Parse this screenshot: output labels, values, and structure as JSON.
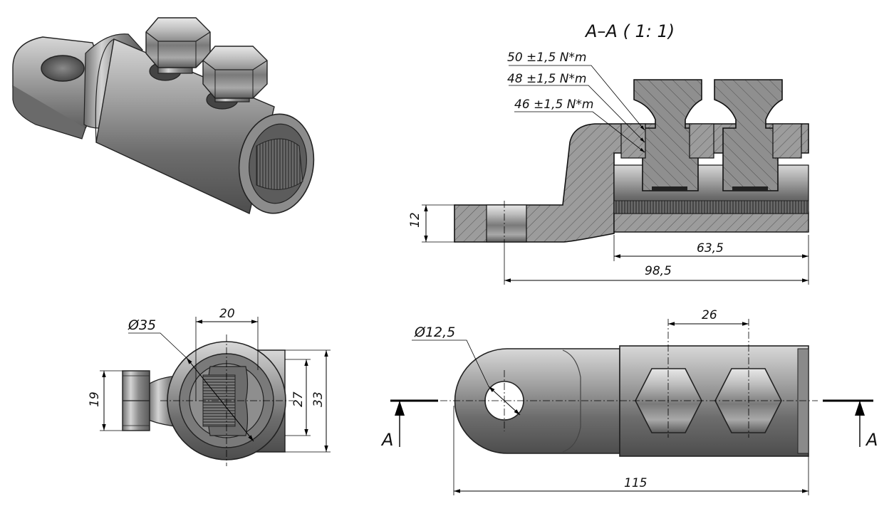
{
  "section_title": "A–A ( 1: 1)",
  "torques": {
    "t1": "50 ±1,5 N*m",
    "t2": "48 ±1,5 N*m",
    "t3": "46 ±1,5 N*m"
  },
  "dimensions": {
    "thickness": "12",
    "bore_length": "63,5",
    "total_length_section": "98,5",
    "width_flats": "20",
    "diameter_outer": "Ø35",
    "bolt_head": "19",
    "height_inner": "27",
    "height_outer": "33",
    "bolt_spacing": "26",
    "hole_diameter": "Ø12,5",
    "total_length": "115"
  },
  "section_marks": {
    "left": "A",
    "right": "A"
  }
}
